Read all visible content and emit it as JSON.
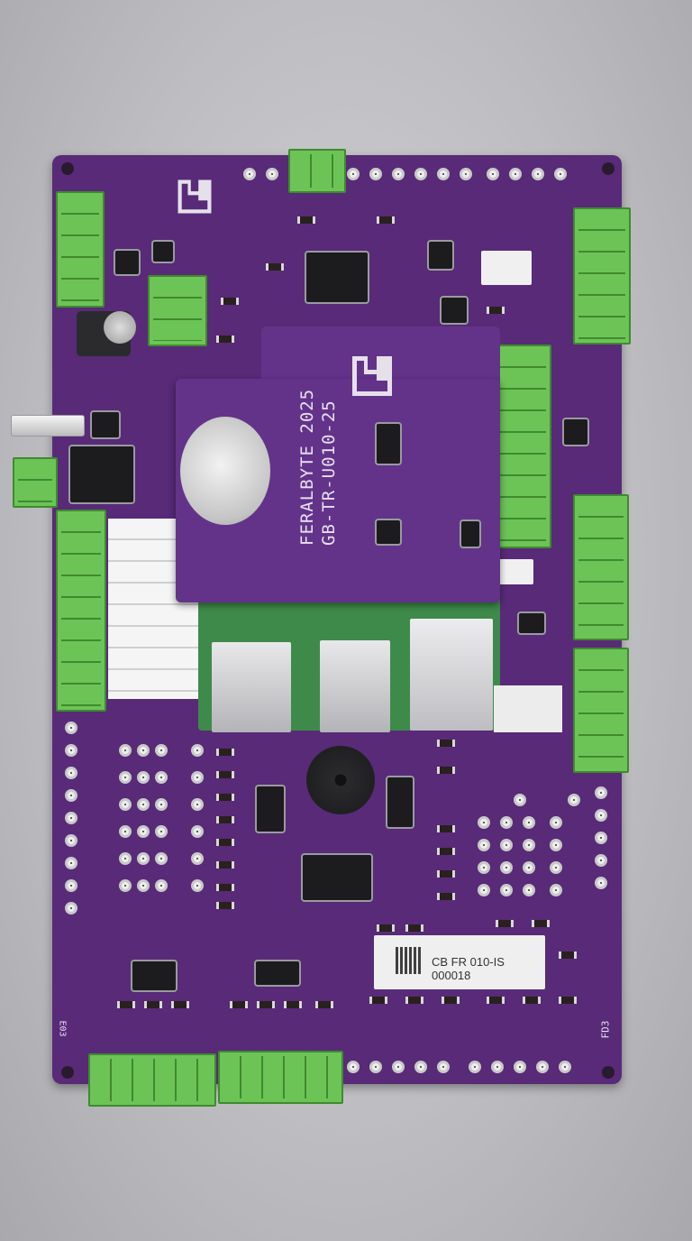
{
  "board": {
    "brand_text": "FERALBYTE 2025",
    "part_number": "GB-TR-U010-25",
    "serial_label": "CB FR 010-IS 000018",
    "corner_mark_right": "FD3",
    "corner_mark_left": "E03"
  },
  "colors": {
    "pcb": "#582a78",
    "daughter_board": "#63338a",
    "terminal_blocks": "#5fb04a",
    "background": "#c4c4c8"
  }
}
